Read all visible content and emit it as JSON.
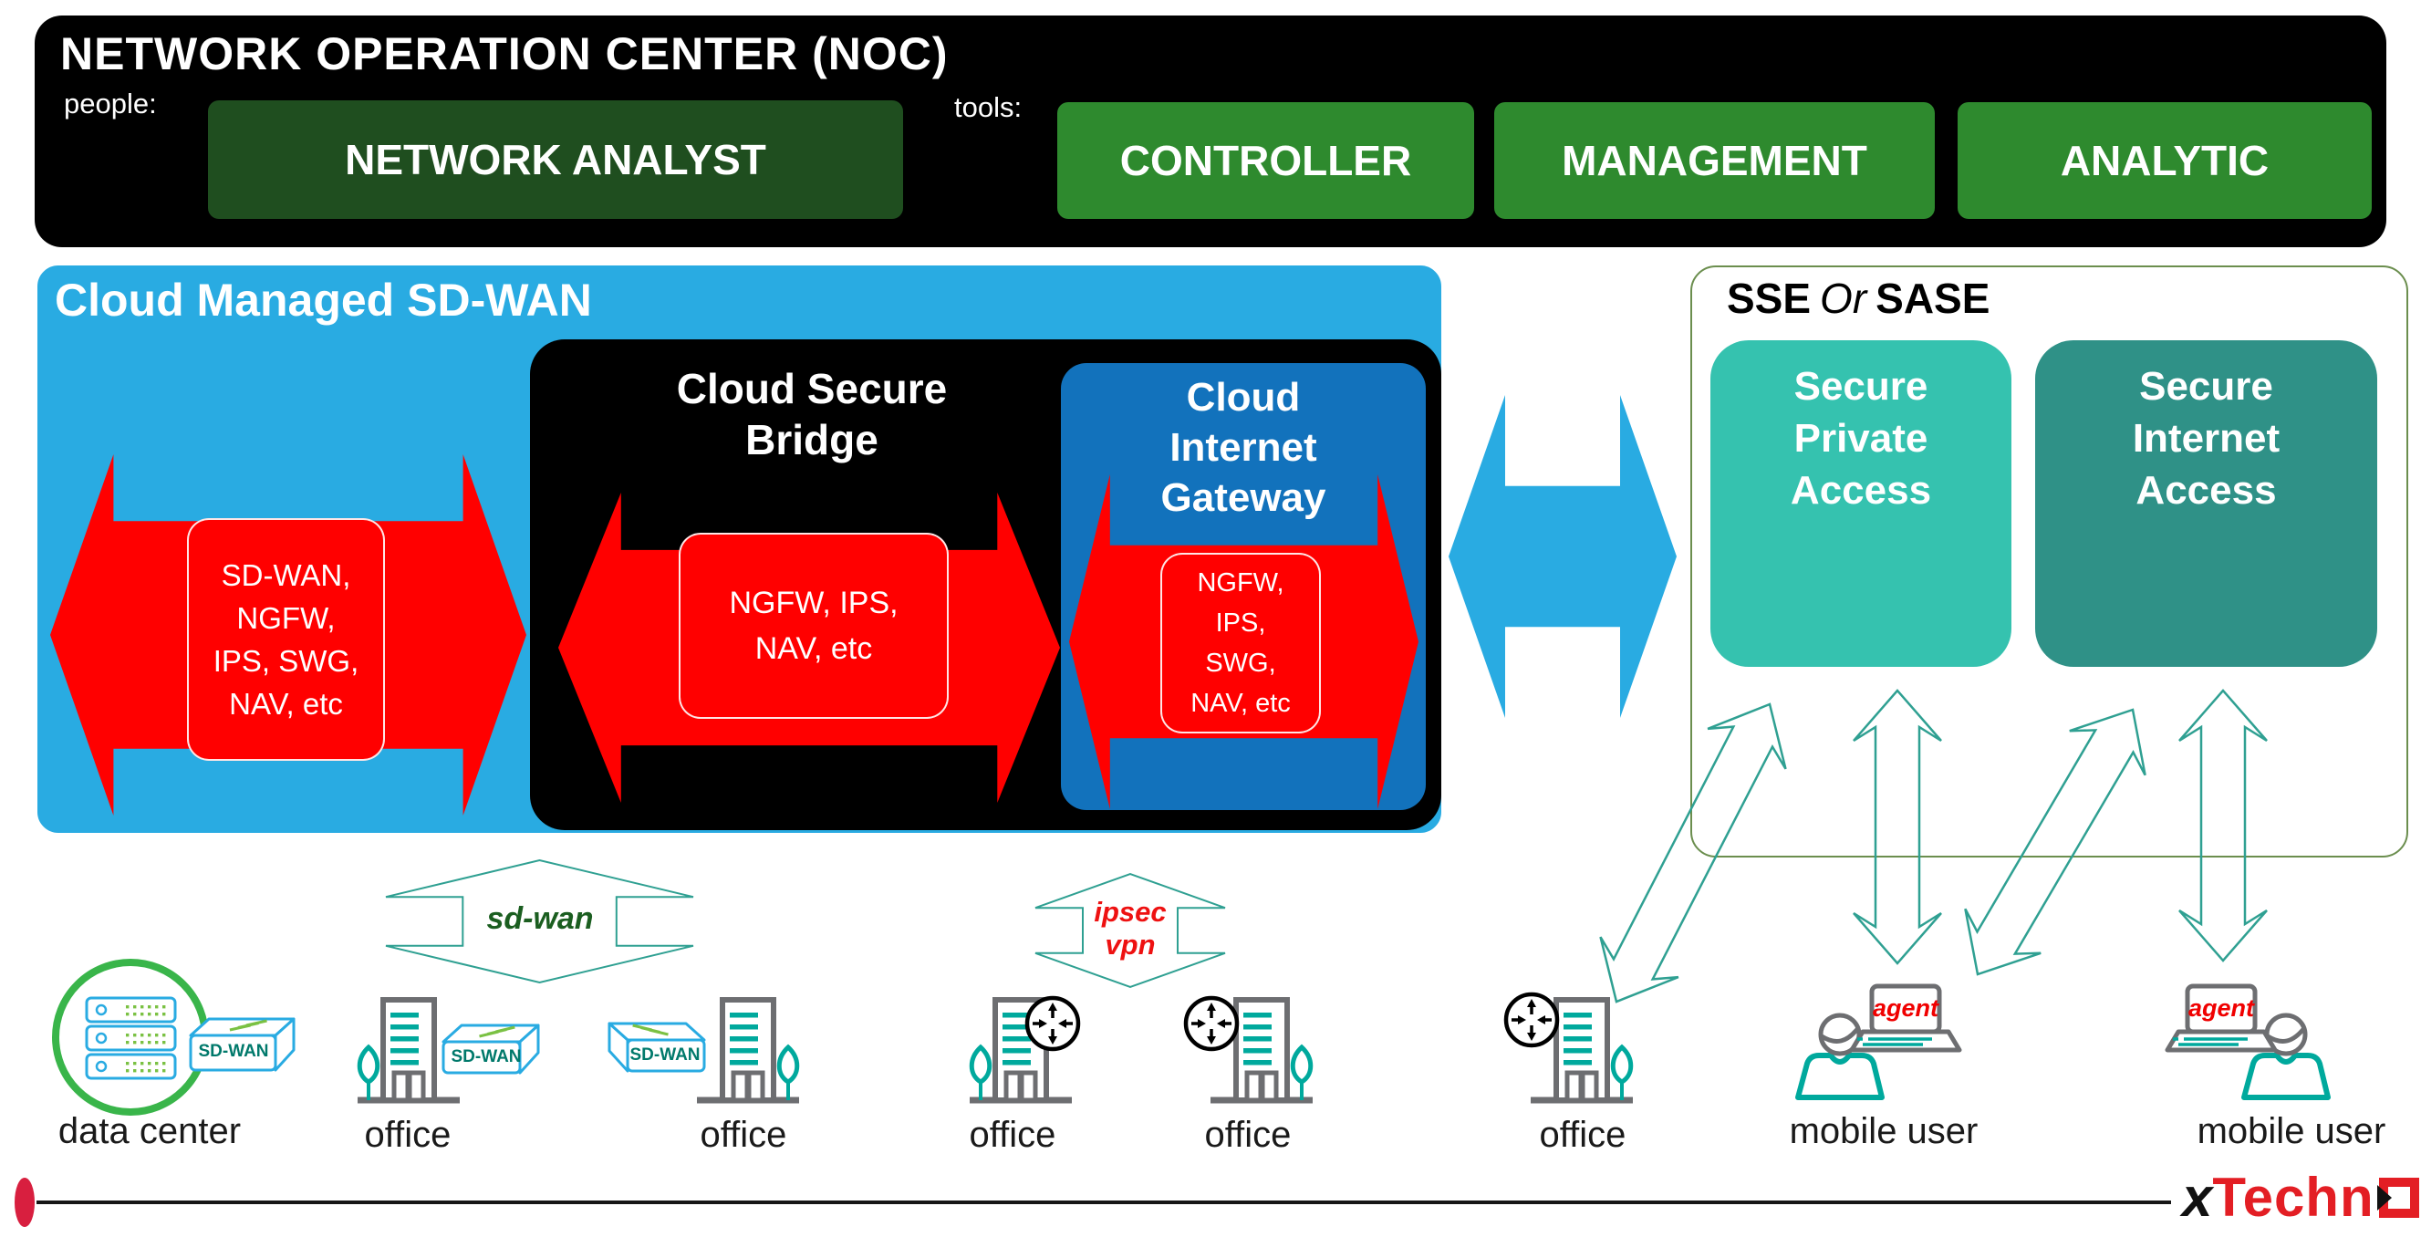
{
  "noc": {
    "title": "NETWORK OPERATION CENTER (NOC)",
    "people_label": "people:",
    "tools_label": "tools:",
    "analyst_button": "NETWORK ANALYST",
    "tool_buttons": [
      "CONTROLLER",
      "MANAGEMENT",
      "ANALYTIC"
    ]
  },
  "cloud_managed_sdwan": {
    "title": "Cloud Managed SD-WAN",
    "services": [
      "SD-WAN,",
      "NGFW,",
      "IPS, SWG,",
      "NAV, etc"
    ]
  },
  "cloud_secure_bridge": {
    "title_lines": [
      "Cloud Secure",
      "Bridge"
    ],
    "services": [
      "NGFW, IPS,",
      "NAV, etc"
    ]
  },
  "cloud_internet_gateway": {
    "title_lines": [
      "Cloud",
      "Internet",
      "Gateway"
    ],
    "services": [
      "NGFW,",
      "IPS,",
      "SWG,",
      "NAV, etc"
    ]
  },
  "sse": {
    "sse": "SSE",
    "or": "Or",
    "sase": "SASE",
    "private_access": [
      "Secure",
      "Private",
      "Access"
    ],
    "internet_access": [
      "Secure",
      "Internet",
      "Access"
    ]
  },
  "links": {
    "sdwan": "sd-wan",
    "ipsec": [
      "ipsec",
      "vpn"
    ],
    "agent": "agent"
  },
  "endpoints": {
    "data_center": "data center",
    "offices": [
      "office",
      "office",
      "office",
      "office",
      "office"
    ],
    "mobile_users": [
      "mobile user",
      "mobile user"
    ],
    "appliance": "SD-WAN"
  },
  "brand": {
    "prefix": "x",
    "body": "Techn"
  },
  "colors": {
    "accent_blue": "#29ABE2",
    "arrow_red": "#FF0000",
    "analyst_green": "#1F4E1F",
    "tool_green": "#2E8A2E",
    "gateway_blue": "#1272BC",
    "private_access_teal": "#35C2AF",
    "internet_access_teal": "#2F9187",
    "outline_teal": "#2FA092",
    "icon_teal": "#00A99D",
    "icon_gray": "#6D6E71",
    "circle_green": "#39B54A",
    "logo_red": "#E31E24"
  }
}
